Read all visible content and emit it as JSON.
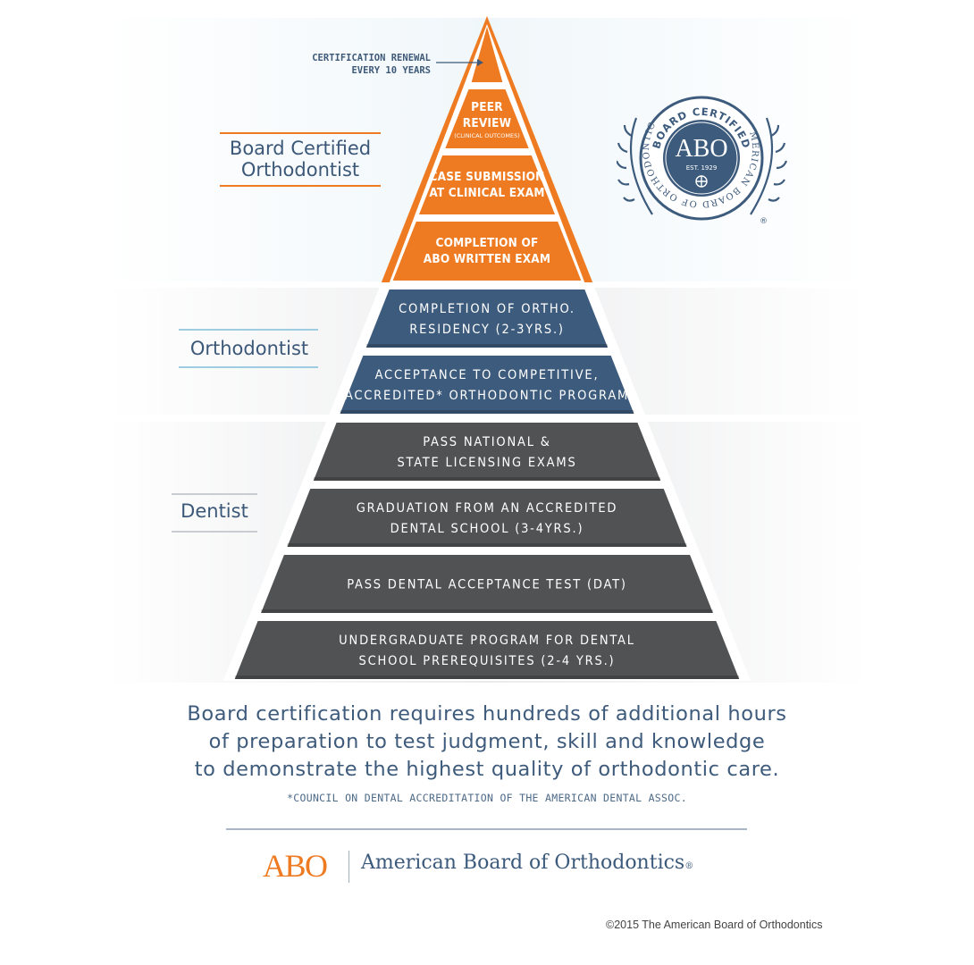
{
  "colors": {
    "orange": "#ee7b22",
    "blue": "#3d5b7d",
    "gray": "#505254",
    "text_blue": "#3b5878"
  },
  "callout": {
    "lines": [
      "CERTIFICATION RENEWAL",
      "EVERY 10 YEARS"
    ]
  },
  "tiers": [
    {
      "label": "Board Certified\nOrthodontist",
      "color": "#ee7b22"
    },
    {
      "label": "Orthodontist",
      "color": "#9ecde3"
    },
    {
      "label": "Dentist",
      "color": "#c9ccd0"
    }
  ],
  "steps": [
    {
      "group": "board",
      "lines": [],
      "color": "#ee7b22"
    },
    {
      "group": "board",
      "lines": [
        "PEER",
        "REVIEW"
      ],
      "subtext": "(CLINICAL OUTCOMES)",
      "color": "#ee7b22"
    },
    {
      "group": "board",
      "lines": [
        "CASE SUBMISSION",
        "AT CLINICAL EXAM"
      ],
      "color": "#ee7b22"
    },
    {
      "group": "board",
      "lines": [
        "COMPLETION OF",
        "ABO WRITTEN EXAM"
      ],
      "color": "#ee7b22"
    },
    {
      "group": "ortho",
      "lines": [
        "COMPLETION OF ORTHO.",
        "RESIDENCY (2-3YRS.)"
      ],
      "color": "#3d5b7d"
    },
    {
      "group": "ortho",
      "lines": [
        "ACCEPTANCE TO COMPETITIVE,",
        "ACCREDITED* ORTHODONTIC PROGRAM"
      ],
      "color": "#3d5b7d"
    },
    {
      "group": "dentist",
      "lines": [
        "PASS NATIONAL &",
        "STATE LICENSING EXAMS"
      ],
      "color": "#505254"
    },
    {
      "group": "dentist",
      "lines": [
        "GRADUATION FROM AN ACCREDITED",
        "DENTAL SCHOOL (3-4YRS.)"
      ],
      "color": "#505254"
    },
    {
      "group": "dentist",
      "lines": [
        "PASS DENTAL ACCEPTANCE TEST (DAT)"
      ],
      "color": "#505254"
    },
    {
      "group": "dentist",
      "lines": [
        "UNDERGRADUATE PROGRAM FOR DENTAL",
        "SCHOOL PREREQUISITES (2-4 YRS.)"
      ],
      "color": "#505254"
    }
  ],
  "seal": {
    "top_text": "BOARD CERTIFIED",
    "arc_text": "AMERICAN BOARD OF ORTHODONTICS",
    "abbr": "ABO",
    "est": "EST. 1929",
    "reg": "®"
  },
  "caption": {
    "lines": [
      "Board certification requires hundreds of additional hours",
      "of preparation to test judgment, skill and knowledge",
      "to demonstrate the highest quality of orthodontic care."
    ]
  },
  "footnote": "*COUNCIL ON DENTAL ACCREDITATION OF THE AMERICAN DENTAL ASSOC.",
  "logo": {
    "abbr": "ABO",
    "name": "American Board of Orthodontics",
    "reg": "®"
  },
  "copyright": "©2015 The American Board of Orthodontics"
}
